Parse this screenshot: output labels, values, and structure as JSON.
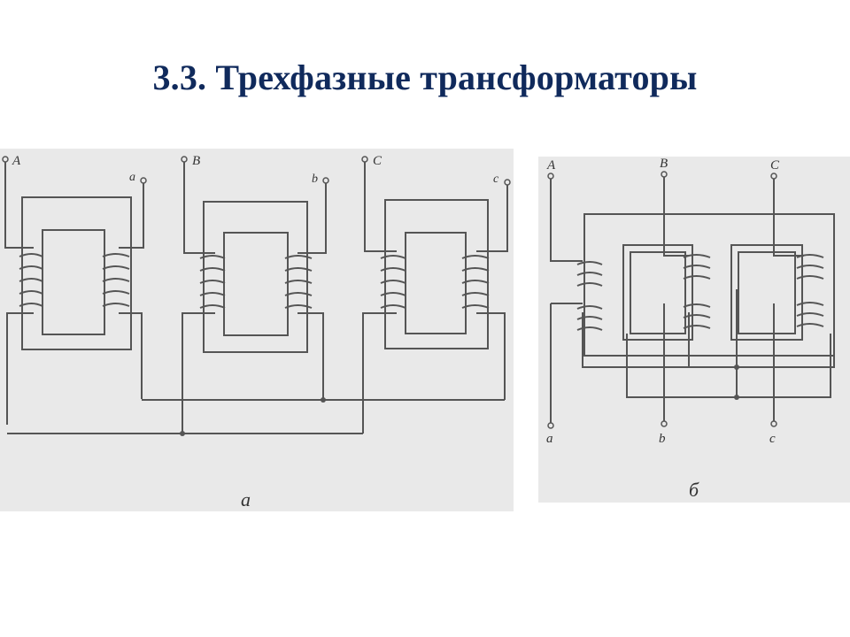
{
  "slide": {
    "title": "3.3. Трехфазные трансформаторы"
  },
  "figure_a": {
    "caption": "а",
    "primary_terminals": [
      "A",
      "B",
      "C"
    ],
    "secondary_terminals": [
      "a",
      "b",
      "c"
    ]
  },
  "figure_b": {
    "caption": "б",
    "primary_terminals": [
      "A",
      "B",
      "C"
    ],
    "secondary_terminals": [
      "a",
      "b",
      "c"
    ]
  },
  "colors": {
    "title": "#102a5c",
    "figure_background": "#e9e9e9",
    "line": "#555555"
  }
}
